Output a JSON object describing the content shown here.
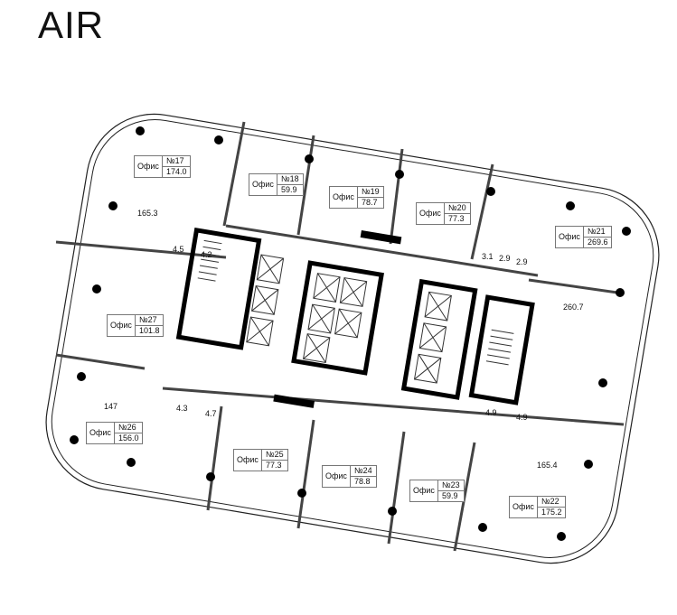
{
  "title": "AIR",
  "office_word": "Офис",
  "offices": [
    {
      "no": "№17",
      "area": "174.0"
    },
    {
      "no": "№18",
      "area": "59.9"
    },
    {
      "no": "№19",
      "area": "78.7"
    },
    {
      "no": "№20",
      "area": "77.3"
    },
    {
      "no": "№21",
      "area": "269.6"
    },
    {
      "no": "№22",
      "area": "175.2"
    },
    {
      "no": "№23",
      "area": "59.9"
    },
    {
      "no": "№24",
      "area": "78.8"
    },
    {
      "no": "№25",
      "area": "77.3"
    },
    {
      "no": "№26",
      "area": "156.0"
    },
    {
      "no": "№27",
      "area": "101.8"
    }
  ],
  "room_areas": [
    "165.3",
    "260.7",
    "147",
    "165.4",
    "4.5",
    "4.2",
    "3.1",
    "2.9",
    "2.9",
    "4.3",
    "4.7",
    "4.9",
    "4.9"
  ]
}
